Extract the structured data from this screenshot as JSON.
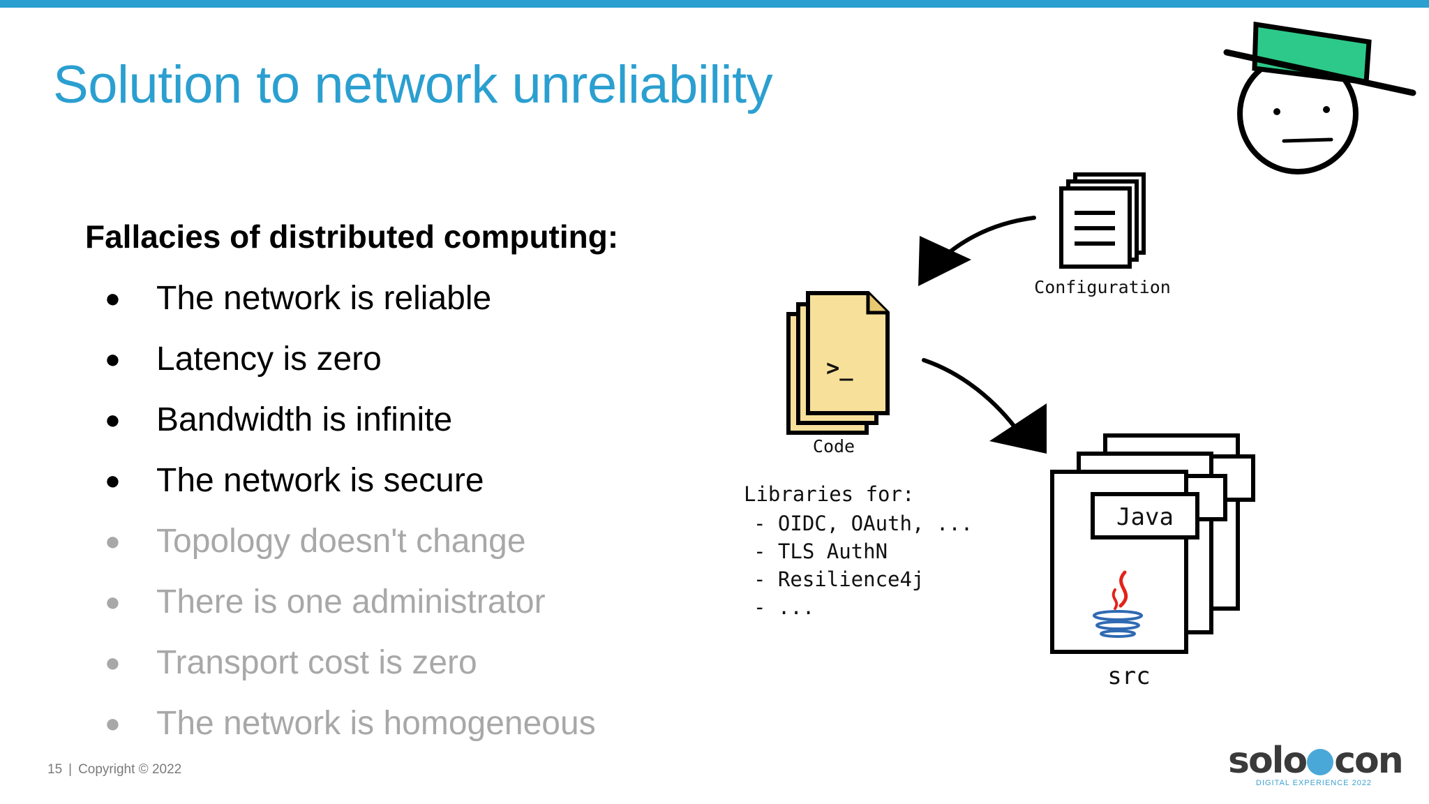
{
  "slide": {
    "title": "Solution to network unreliability",
    "heading": "Fallacies of distributed computing:",
    "bullet_symbol": "●",
    "fallacies": [
      {
        "text": "The network is reliable",
        "state": "active"
      },
      {
        "text": "Latency is zero",
        "state": "active"
      },
      {
        "text": "Bandwidth is infinite",
        "state": "active"
      },
      {
        "text": "The network is secure",
        "state": "active"
      },
      {
        "text": "Topology doesn't change",
        "state": "faded"
      },
      {
        "text": "There is one administrator",
        "state": "faded"
      },
      {
        "text": "Transport cost is zero",
        "state": "faded"
      },
      {
        "text": "The network is homogeneous",
        "state": "faded"
      }
    ]
  },
  "diagram": {
    "configuration_label": "Configuration",
    "code_label": "Code",
    "code_prompt": ">_",
    "src_label": "src",
    "java_label": "Java",
    "libraries": {
      "heading": "Libraries for:",
      "items": [
        "- OIDC, OAuth, ...",
        "- TLS AuthN",
        "- Resilience4j",
        "- ..."
      ]
    }
  },
  "footer": {
    "page_number": "15",
    "separator": "|",
    "copyright": "Copyright © 2022"
  },
  "logo": {
    "left_text": "solo",
    "right_text": "con",
    "subtitle": "DIGITAL EXPERIENCE 2022"
  },
  "colors": {
    "accent": "#2b9fd0",
    "code_file": "#f7e09a",
    "hat_band": "#2dc98a",
    "faded_text": "#a8a8a8"
  }
}
